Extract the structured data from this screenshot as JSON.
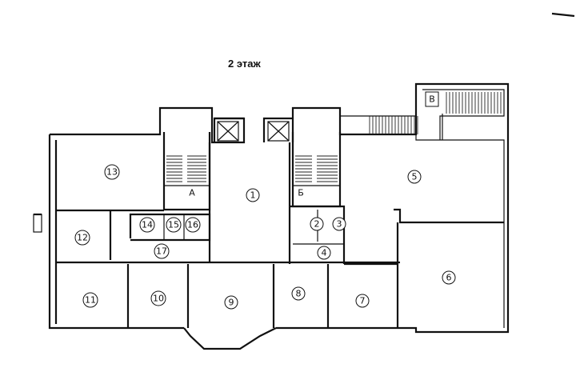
{
  "title": "2 этаж",
  "rooms": {
    "r1": "1",
    "r2": "2",
    "r3": "3",
    "r4": "4",
    "r5": "5",
    "r6": "6",
    "r7": "7",
    "r8": "8",
    "r9": "9",
    "r10": "10",
    "r11": "11",
    "r12": "12",
    "r13": "13",
    "r14": "14",
    "r15": "15",
    "r16": "16",
    "r17": "17"
  },
  "stairs": {
    "a": "А",
    "b": "Б",
    "v": "В"
  }
}
